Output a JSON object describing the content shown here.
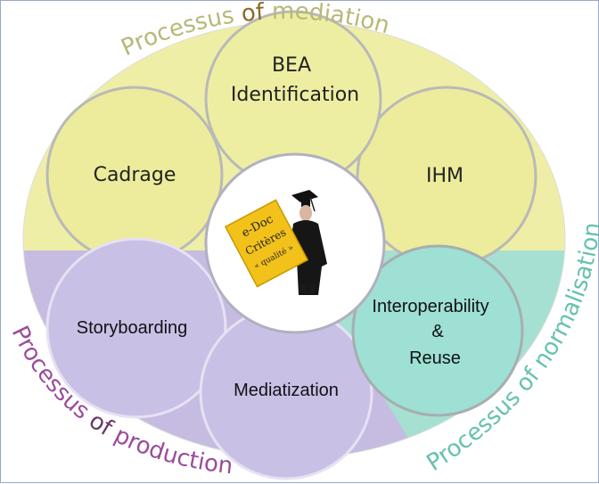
{
  "diagram": {
    "top_arc": {
      "part1": "Processus ",
      "part2": "of",
      "part3": " mediation"
    },
    "left_arc": {
      "part1": "Processus ",
      "part2": "of",
      "part3": " production"
    },
    "right_arc": {
      "part1": "Processus ",
      "part2": "of",
      "part3": " normalisation"
    },
    "circles": {
      "bea_line1": "BEA",
      "bea_line2": "Identification",
      "cadrage": "Cadrage",
      "ihm": "IHM",
      "storyboarding": "Storyboarding",
      "mediatization": "Mediatization",
      "interop_line1": "Interoperability",
      "interop_line2": "&",
      "interop_line3": "Reuse"
    },
    "center_sign": {
      "line1": "e-Doc",
      "line2": "Critères",
      "line3": "« qualité »"
    }
  },
  "colors": {
    "mediation": "#eeeea6",
    "production": "#c6bce2",
    "normalisation": "#a6e0d2",
    "mediation_text": "#b8b878",
    "production_text": "#9a4c9a",
    "normalisation_text": "#66c2ac",
    "of_text": "#8a6a20",
    "circle_stroke": "#b9b9b9"
  }
}
